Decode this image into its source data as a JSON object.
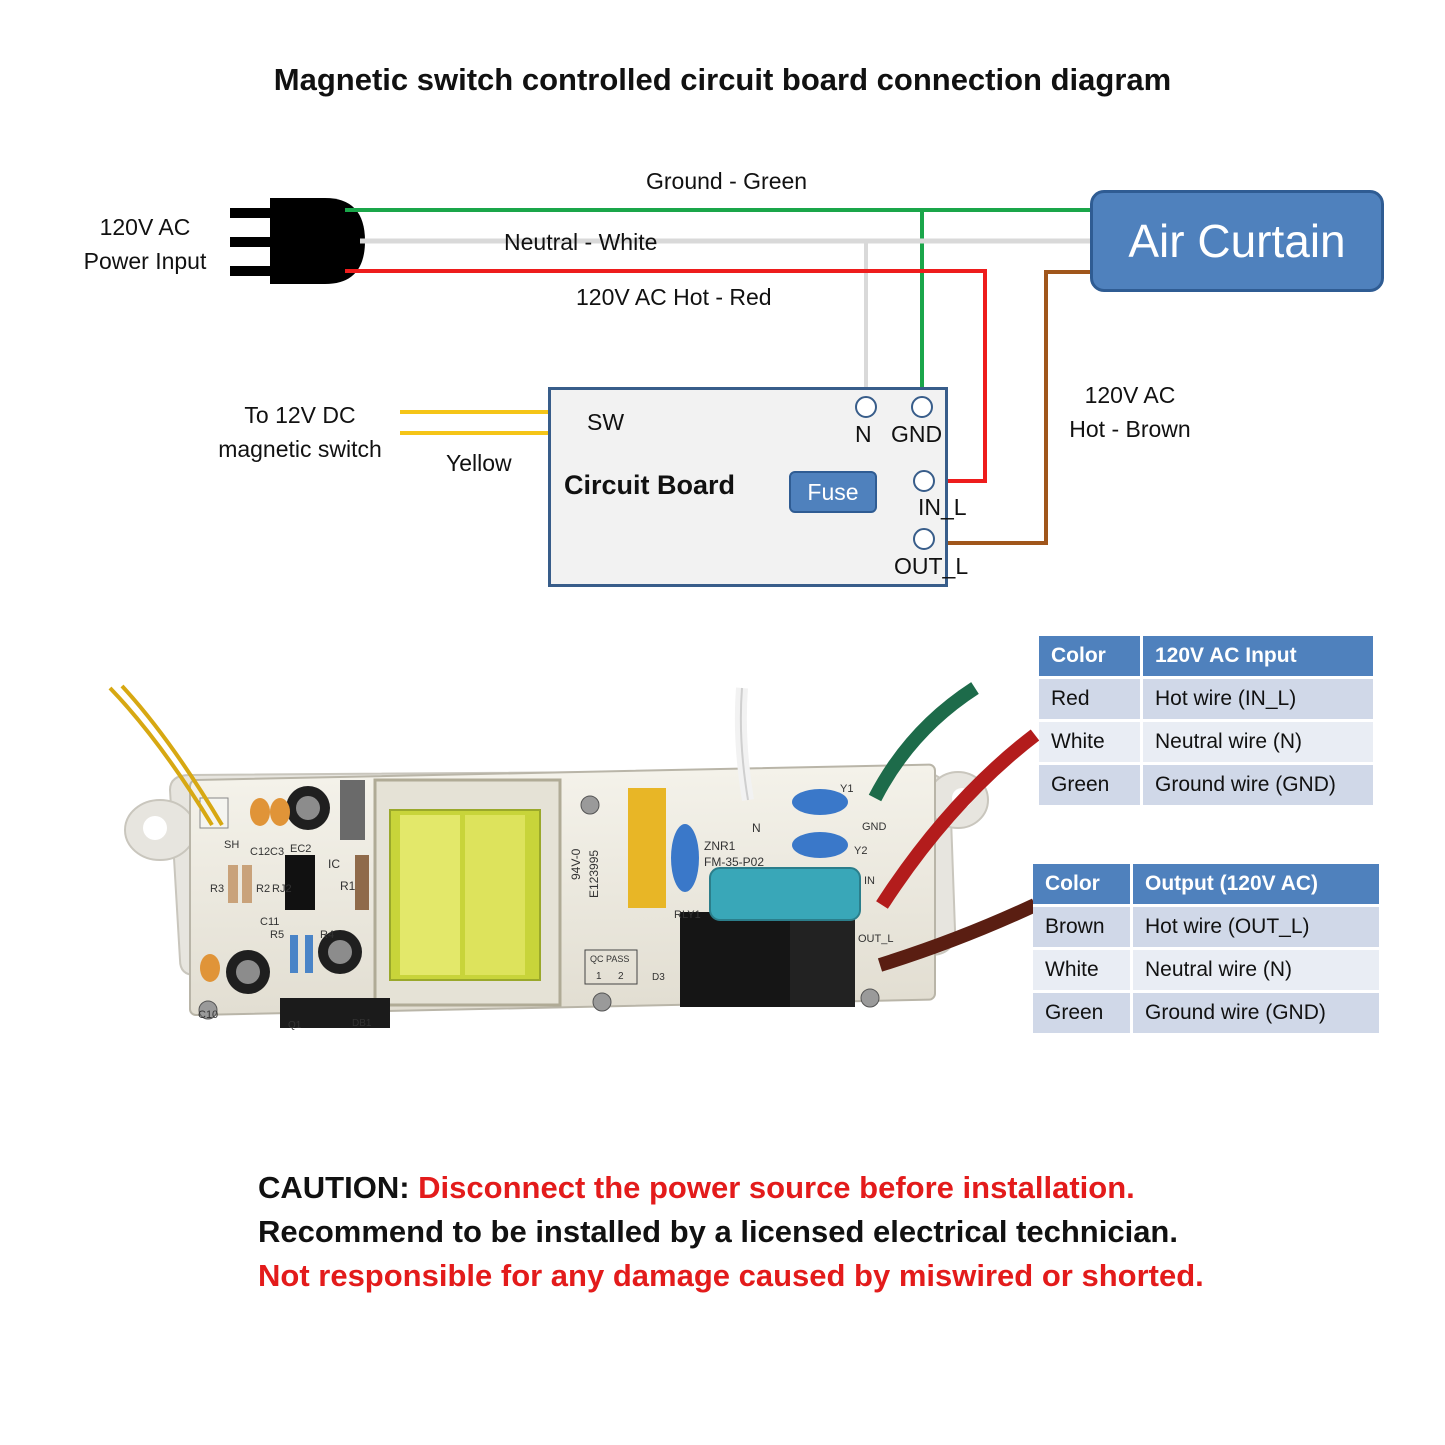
{
  "title": "Magnetic switch controlled circuit board connection diagram",
  "power_input": {
    "line1": "120V AC",
    "line2": "Power Input"
  },
  "wires": {
    "ground": "Ground - Green",
    "neutral": "Neutral - White",
    "hot": "120V AC Hot - Red",
    "hot_out_line1": "120V AC",
    "hot_out_line2": "Hot - Brown",
    "switch_line1": "To 12V DC",
    "switch_line2": "magnetic switch",
    "switch_color": "Yellow"
  },
  "air_curtain": "Air Curtain",
  "board": {
    "label": "Circuit Board",
    "fuse": "Fuse",
    "sw": "SW",
    "n": "N",
    "gnd": "GND",
    "in_l": "IN_L",
    "out_l": "OUT_L"
  },
  "photo_labels": {
    "sh": "SH",
    "c12": "C12",
    "c3": "C3",
    "r3": "R3",
    "r2": "R2",
    "rj2": "RJ2",
    "ec2": "EC2",
    "ic": "IC",
    "r1": "R1",
    "c11": "C11",
    "r5": "R5",
    "r4": "R4",
    "c10": "C10",
    "q1": "Q1",
    "db1": "DB1",
    "rating": "94V-0",
    "ul": "E123995",
    "znr": "ZNR1",
    "part": "FM-35-P02",
    "rly": "RLY1",
    "n": "N",
    "y1": "Y1",
    "y2": "Y2",
    "gnd": "GND",
    "in": "IN",
    "out": "OUT_L",
    "qc": "QC PASS",
    "d3": "D3",
    "qc1": "1",
    "qc2": "2"
  },
  "input_table": {
    "headers": [
      "Color",
      "120V AC Input"
    ],
    "rows": [
      [
        "Red",
        "Hot wire (IN_L)"
      ],
      [
        "White",
        "Neutral wire (N)"
      ],
      [
        "Green",
        "Ground wire (GND)"
      ]
    ]
  },
  "output_table": {
    "headers": [
      "Color",
      "Output (120V AC)"
    ],
    "rows": [
      [
        "Brown",
        "Hot wire (OUT_L)"
      ],
      [
        "White",
        "Neutral wire (N)"
      ],
      [
        "Green",
        "Ground wire (GND)"
      ]
    ]
  },
  "caution": {
    "label": "CAUTION:",
    "line1": "Disconnect the power source before installation.",
    "line2": "Recommend to be installed by a licensed electrical technician.",
    "line3": "Not responsible for any damage caused by miswired or shorted."
  },
  "colors": {
    "ground": "#1aa64a",
    "neutral": "#d9d9d9",
    "hot": "#ee1c1c",
    "brown": "#a0561b",
    "yellow": "#f5c518",
    "box_blue": "#4f81bd"
  }
}
